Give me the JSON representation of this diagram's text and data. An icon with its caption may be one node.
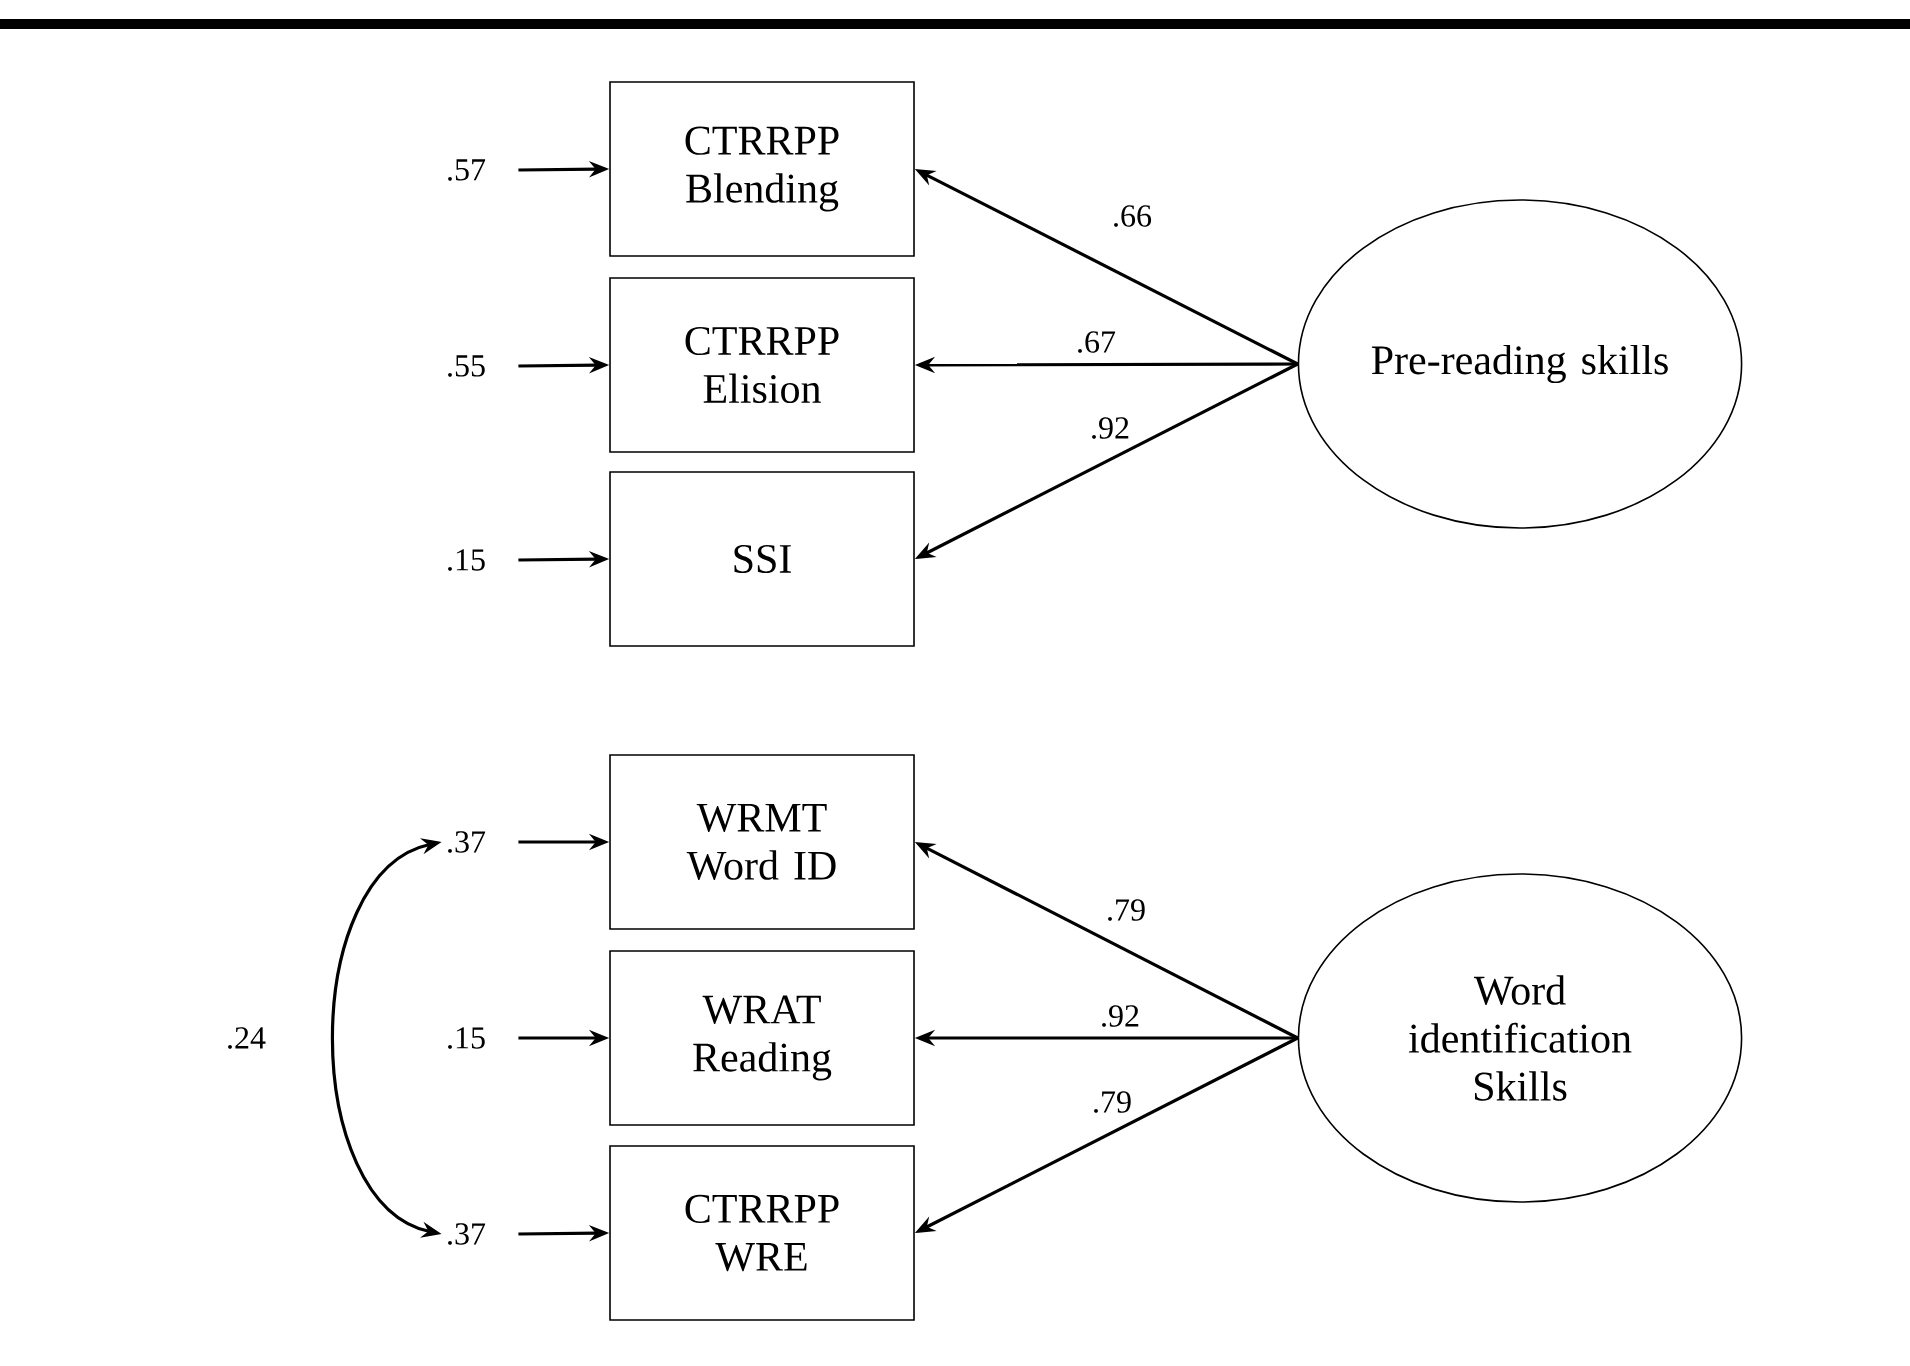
{
  "diagram": {
    "nodes": [
      {
        "text": [
          "CTRRPP Blending"
        ]
      },
      {
        "text": [
          "CTRRPP Elision"
        ]
      },
      {
        "text": [
          "SSI"
        ]
      },
      {
        "text": [
          "Pre-reading skills"
        ]
      },
      {
        "text": [
          "WRMT Word ID"
        ]
      },
      {
        "text": [
          "WRAT Reading"
        ]
      },
      {
        "text": [
          "CTRRPP WRE"
        ]
      },
      {
        "text": [
          "Word identification Skills"
        ]
      },
      {
        "text": [
          ".57"
        ]
      },
      {
        "text": [
          ".55"
        ]
      },
      {
        "text": [
          ".15"
        ]
      },
      {
        "text": [
          ".37"
        ]
      },
      {
        "text": [
          ".15"
        ]
      },
      {
        "text": [
          ".37"
        ]
      }
    ],
    "edges": [
      {
        "from": 3,
        "to": 0,
        "arrow": "to",
        "label": ".66"
      },
      {
        "from": 3,
        "to": 1,
        "arrow": "to",
        "label": ".67"
      },
      {
        "from": 3,
        "to": 2,
        "arrow": "to",
        "label": ".92"
      },
      {
        "from": 7,
        "to": 4,
        "arrow": "to",
        "label": ".79"
      },
      {
        "from": 7,
        "to": 5,
        "arrow": "to",
        "label": ".92"
      },
      {
        "from": 7,
        "to": 6,
        "arrow": "to",
        "label": ".79"
      },
      {
        "from": 8,
        "to": 0,
        "arrow": "to"
      },
      {
        "from": 9,
        "to": 1,
        "arrow": "to"
      },
      {
        "from": 10,
        "to": 2,
        "arrow": "to"
      },
      {
        "from": 11,
        "to": 4,
        "arrow": "to"
      },
      {
        "from": 12,
        "to": 5,
        "arrow": "to"
      },
      {
        "from": 13,
        "to": 6,
        "arrow": "to"
      },
      {
        "from": 11,
        "to": 13,
        "arrow": "both",
        "label": ".24"
      }
    ]
  }
}
